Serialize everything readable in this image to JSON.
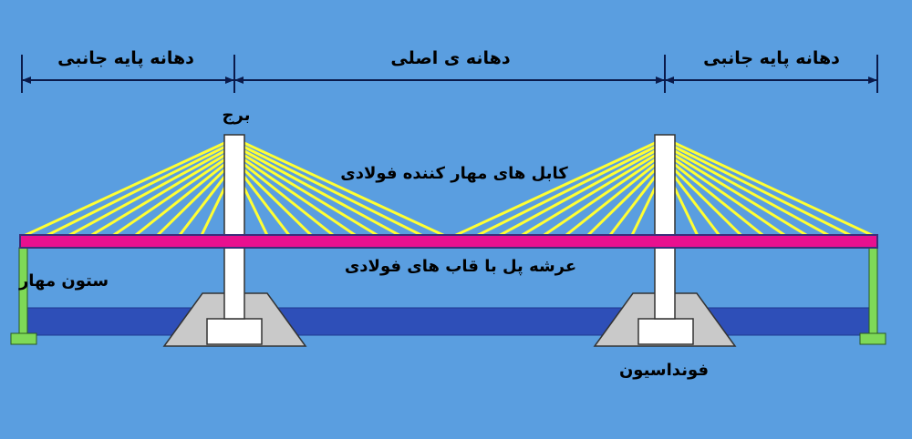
{
  "colors": {
    "background": "#5a9ee0",
    "deck": "#e8108f",
    "deck_edge": "#3a2f7a",
    "cable": "#ffff33",
    "tower": "#ffffff",
    "foundation": "#c9c9c9",
    "water": "#2e4fb8",
    "anchor_pier": "#7ed957",
    "dimension_line": "#0a1a4a"
  },
  "spans": {
    "left_side_span": "دهانه پایه جانبی",
    "main_span": "دهانه ی اصلی",
    "right_side_span": "دهانه پایه جانبی"
  },
  "parts": {
    "tower": "برج",
    "cables": "کابل های مهار کننده فولادی",
    "deck": "عرشه پل با قاب های فولادی",
    "anchor_pier": "ستون مهار",
    "foundation": "فونداسیون"
  },
  "icons": {
    "dimension_arrow": "arrow-head-icon"
  }
}
